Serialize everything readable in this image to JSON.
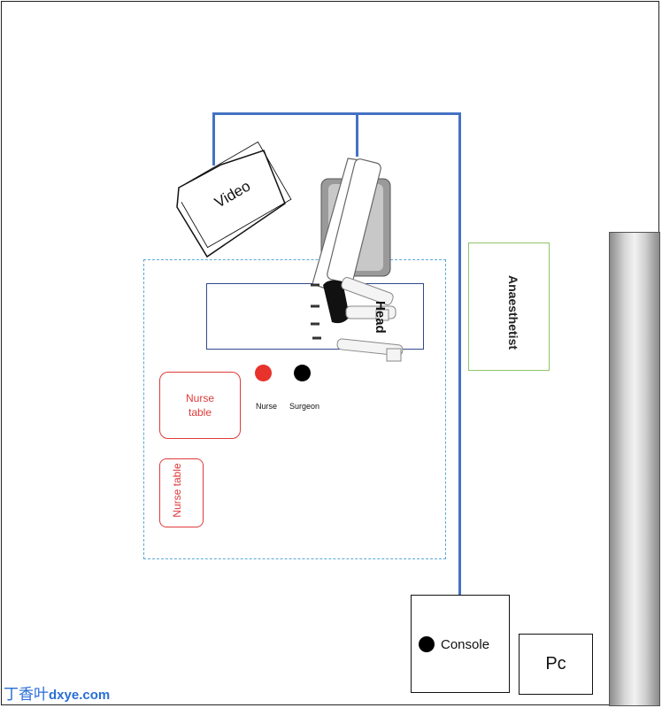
{
  "diagram": {
    "video_label": "Video",
    "head_label": "Head",
    "anaesthetist_label": "Anaesthetist",
    "nurse_table_1_label": "Nurse table",
    "nurse_table_2_label": "Nurse table",
    "nurse_label": "Nurse",
    "surgeon_label": "Surgeon",
    "console_label": "Console",
    "pc_label": "Pc"
  },
  "colors": {
    "cable": "#4472c4",
    "sterile_area": "#5aa9d6",
    "patient_table": "#2f4a8a",
    "anaesthetist_zone": "#8fc46b",
    "nurse": "#e8322c",
    "surgeon": "#000000"
  },
  "watermark": {
    "cn": "丁香叶",
    "site": "dxye.com"
  }
}
